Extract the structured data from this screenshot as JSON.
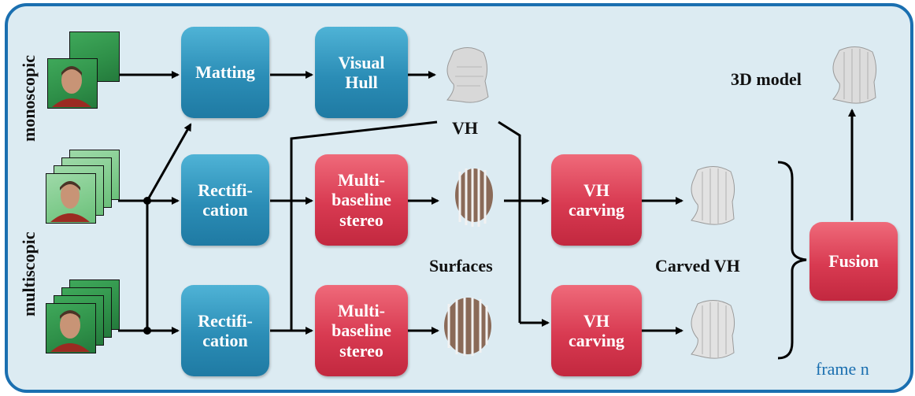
{
  "side_labels": {
    "top": "monoscopic",
    "bottom": "multiscopic"
  },
  "boxes": {
    "matting": "Matting",
    "visual_hull": "Visual\nHull",
    "rectification_1": "Rectifi-\ncation",
    "rectification_2": "Rectifi-\ncation",
    "mbs_1": "Multi-\nbaseline\nstereo",
    "mbs_2": "Multi-\nbaseline\nstereo",
    "vh_carving_1": "VH\ncarving",
    "vh_carving_2": "VH\ncarving",
    "fusion": "Fusion"
  },
  "labels": {
    "vh": "VH",
    "surfaces": "Surfaces",
    "carved_vh": "Carved VH",
    "model_3d": "3D model",
    "frame": "frame n"
  },
  "colors": {
    "frame_border": "#1a6fb0",
    "frame_bg": "#dcebf2",
    "blue_box": "#2b8db6",
    "red_box": "#d83a51"
  }
}
